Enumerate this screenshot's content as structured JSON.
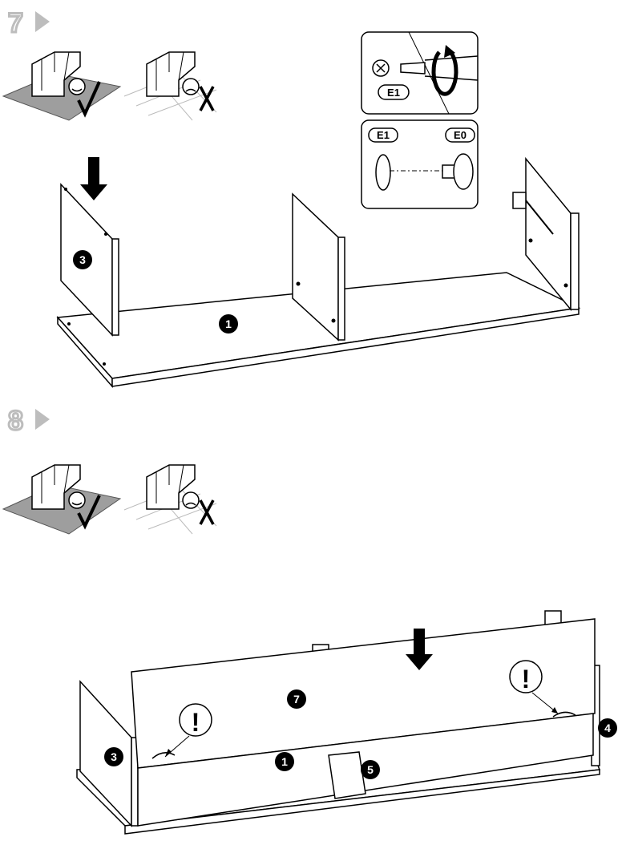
{
  "steps": [
    {
      "number": "7"
    },
    {
      "number": "8"
    }
  ],
  "parts": {
    "p1": "1",
    "p3": "3",
    "p4": "4",
    "p5": "5",
    "p7": "7"
  },
  "fittings": {
    "e1": "E1",
    "e0": "E0"
  },
  "warning_symbol": "!",
  "colors": {
    "line": "#000000",
    "step_number": "#bdbdbd",
    "rug": "#9e9e9e",
    "panel": "#ffffff"
  }
}
